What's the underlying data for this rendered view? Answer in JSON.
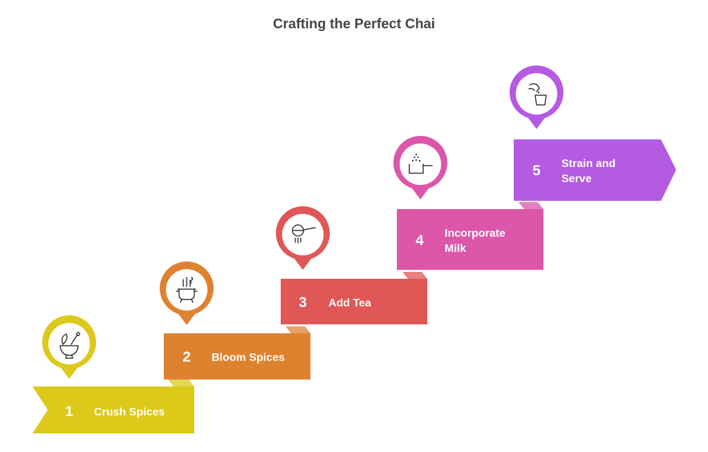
{
  "title": "Crafting the Perfect Chai",
  "steps": [
    {
      "number": "1",
      "label_lines": [
        "Crush Spices"
      ],
      "color": "#DCC91A",
      "icon": "mortar-pestle-icon"
    },
    {
      "number": "2",
      "label_lines": [
        "Bloom Spices"
      ],
      "color": "#DF8230",
      "icon": "steaming-pot-icon"
    },
    {
      "number": "3",
      "label_lines": [
        "Add Tea"
      ],
      "color": "#E05757",
      "icon": "tea-strainer-icon"
    },
    {
      "number": "4",
      "label_lines": [
        "Incorporate",
        "Milk"
      ],
      "color": "#DC56AA",
      "icon": "milk-pan-icon"
    },
    {
      "number": "5",
      "label_lines": [
        "Strain and",
        "Serve"
      ],
      "color": "#B45AE3",
      "icon": "pour-cup-icon"
    }
  ]
}
